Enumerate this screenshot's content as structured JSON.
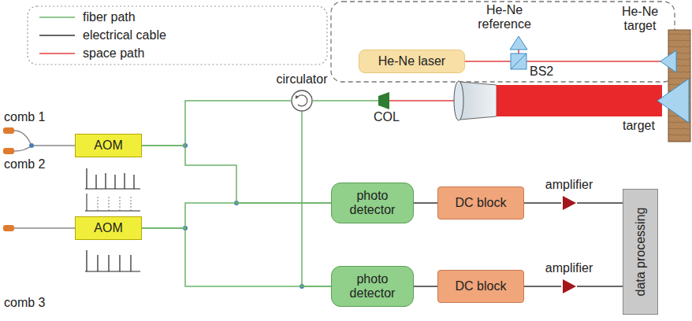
{
  "diagram": {
    "nodes": [
      {
        "text": [
          "He-Ne laser"
        ]
      },
      {
        "text": [
          "AOM"
        ]
      },
      {
        "text": [
          "circulator"
        ]
      },
      {
        "text": [
          "AOM"
        ]
      },
      {
        "text": [
          "photo detector"
        ]
      },
      {
        "text": [
          "DC block"
        ]
      },
      {
        "text": [
          "amplifier"
        ]
      },
      {
        "text": [
          "data processing"
        ]
      },
      {
        "text": [
          "photo detector"
        ]
      },
      {
        "text": [
          "DC block"
        ]
      },
      {
        "text": [
          "amplifier"
        ]
      }
    ],
    "edges": [
      {
        "from": 1,
        "to": 2,
        "arrow": "none"
      },
      {
        "from": 1,
        "to": 4,
        "arrow": "none"
      },
      {
        "from": 3,
        "to": 4,
        "arrow": "none"
      },
      {
        "from": 3,
        "to": 8,
        "arrow": "none"
      },
      {
        "from": 2,
        "to": 8,
        "arrow": "none"
      },
      {
        "from": 4,
        "to": 5,
        "arrow": "none"
      },
      {
        "from": 5,
        "to": 6,
        "arrow": "none"
      },
      {
        "from": 6,
        "to": 7,
        "arrow": "none"
      },
      {
        "from": 8,
        "to": 9,
        "arrow": "none"
      },
      {
        "from": 9,
        "to": 10,
        "arrow": "none"
      },
      {
        "from": 10,
        "to": 7,
        "arrow": "none"
      }
    ],
    "labels": [
      "He-Ne reference",
      "He-Ne target",
      "BS2",
      "COL",
      "target",
      "comb 1",
      "comb 2",
      "comb 3"
    ],
    "legend": [
      {
        "text": "fiber path"
      },
      {
        "text": "electrical cable"
      },
      {
        "text": "space path"
      }
    ]
  }
}
